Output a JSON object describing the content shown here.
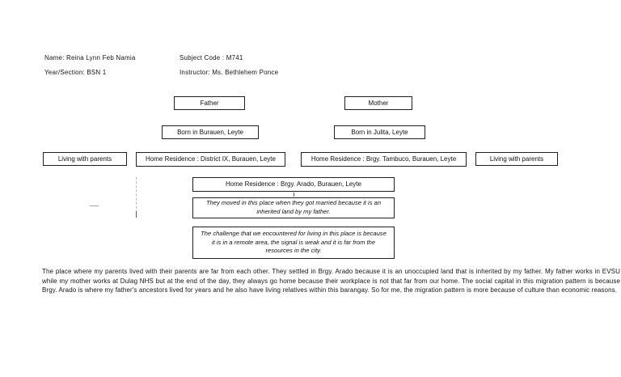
{
  "header": {
    "name_label": "Name: Reina Lynn Feb Namia",
    "subject_code_label": "Subject Code : M741",
    "year_section_label": "Year/Section: BSN 1",
    "instructor_label": "Instructor: Ms. Bethlehem Ponce"
  },
  "diagram": {
    "father_box": "Father",
    "mother_box": "Mother",
    "father_born_box": "Born in Burauen, Leyte",
    "mother_born_box": "Born in Julita, Leyte",
    "living_left_box": "Living with parents",
    "father_residence_box": "Home Residence : District IX, Burauen, Leyte",
    "mother_residence_box": "Home Residence : Brgy. Tambuco, Burauen, Leyte",
    "living_right_box": "Living with parents",
    "family_residence_box": "Home Residence : Brgy. Arado, Burauen, Leyte",
    "moved_note_box": "They moved in this place when they got married because it is an inherited land by my father.",
    "challenge_note_box": "The challenge that we encountered for living in this place is because it is in a remote area, the signal is weak and it is far from the resources in the city."
  },
  "paragraph": "The place where my parents lived with their parents are far from each other. They settled in Brgy. Arado because it is an unoccupied land that is inherited by my father. My father works in EVSU while my mother works at Dulag NHS but at the end of the day, they always go home because their workplace is not that far from our home. The social capital in this migration pattern is because Brgy. Arado is where my father's ancestors lived for years and he also have living relatives within this barangay. So for me, the migration pattern is more because of culture than economic reasons.",
  "colors": {
    "background": "#ffffff",
    "box_border": "#1f1f1f",
    "text": "#141414",
    "connector": "#9d9d9d"
  }
}
